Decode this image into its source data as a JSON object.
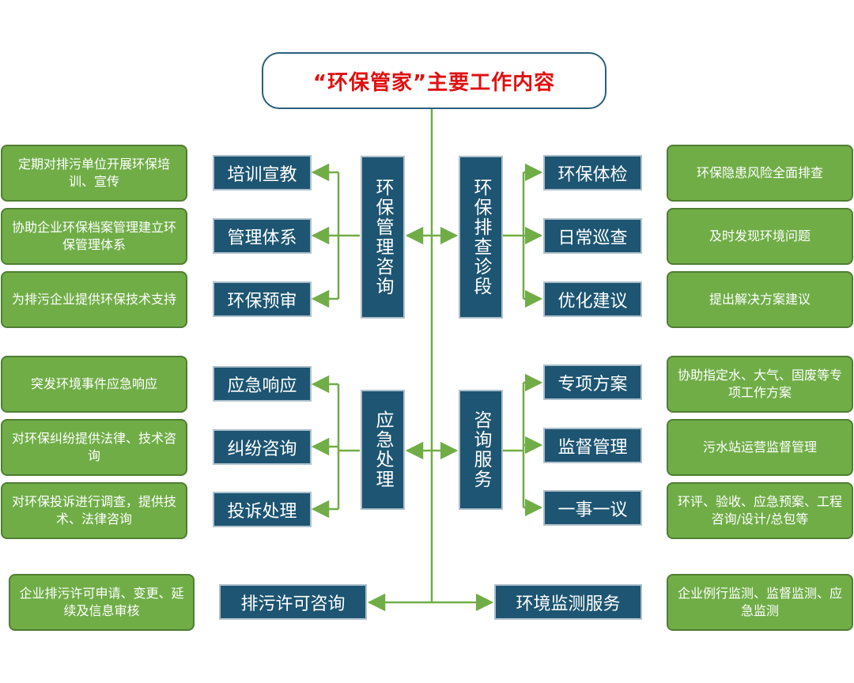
{
  "title": "“环保管家”主要工作内容",
  "colors": {
    "title_text": "#e01010",
    "navy": "#1d5572",
    "green_fill": "#70ad47",
    "connector": "#70ad47"
  },
  "left_top": {
    "category": "环保管理咨询",
    "items": [
      "培训宣教",
      "管理体系",
      "环保预审"
    ],
    "descriptions": [
      "定期对排污单位开展环保培训、宣传",
      "协助企业环保档案管理建立环保管理体系",
      "为排污企业提供环保技术支持"
    ]
  },
  "right_top": {
    "category": "环保排查诊段",
    "items": [
      "环保体检",
      "日常巡查",
      "优化建议"
    ],
    "descriptions": [
      "环保隐患风险全面排查",
      "及时发现环境问题",
      "提出解决方案建议"
    ]
  },
  "left_mid": {
    "category": "应急处理",
    "items": [
      "应急响应",
      "纠纷咨询",
      "投诉处理"
    ],
    "descriptions": [
      "突发环境事件应急响应",
      "对环保纠纷提供法律、技术咨询",
      "对环保投诉进行调查，提供技术、法律咨询"
    ]
  },
  "right_mid": {
    "category": "咨询服务",
    "items": [
      "专项方案",
      "监督管理",
      "一事一议"
    ],
    "descriptions": [
      "协助指定水、大气、固废等专项工作方案",
      "污水站运营监督管理",
      "环评、验收、应急预案、工程咨询/设计/总包等"
    ]
  },
  "bottom_left": {
    "item": "排污许可咨询",
    "description": "企业排污许可申请、变更、延续及信息审核"
  },
  "bottom_right": {
    "item": "环境监测服务",
    "description": "企业例行监测、监督监测、应急监测"
  }
}
